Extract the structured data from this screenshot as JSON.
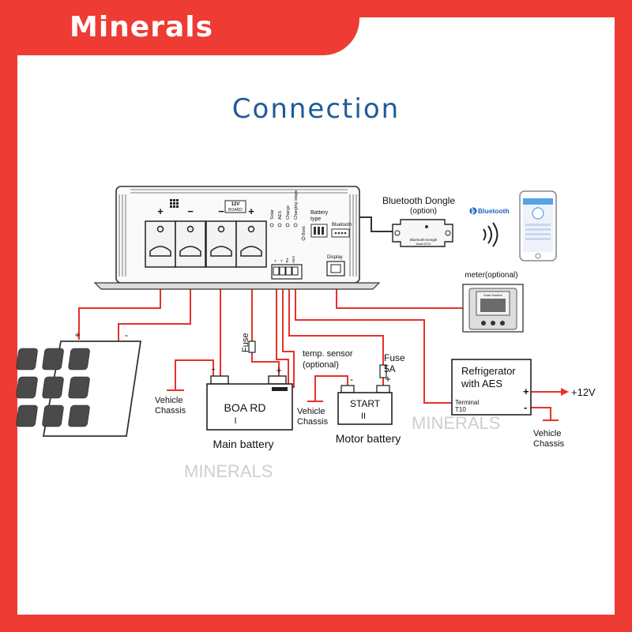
{
  "brand": {
    "logo_text": "Minerals"
  },
  "title": "Connection",
  "controller": {
    "solar_plus": "+",
    "solar_minus": "−",
    "battery_minus": "−",
    "battery_plus": "+",
    "board_badge_top": "12V",
    "board_badge_bottom": "BOARD",
    "indicators": [
      "Solar",
      "AES",
      "Charge",
      "Charging stage",
      "Bord"
    ],
    "battery_type_label_1": "Battery",
    "battery_type_label_2": "type",
    "bluetooth_port_label": "Bluetooth",
    "display_port_label": "Display",
    "terminal_marks": [
      "T",
      "T",
      "Ter.",
      "AES"
    ]
  },
  "dongle": {
    "label_line1": "Bluetooth Dongle",
    "label_line2": "(option)",
    "device_text_1": "Bluetooth Dongle",
    "device_text_2": "Model BT10"
  },
  "phone": {
    "bluetooth_label": "Bluetooth"
  },
  "meter": {
    "label": "meter(optional)",
    "screen_text": "Solar Monitor"
  },
  "panel": {
    "plus": "+",
    "minus": "-"
  },
  "main_battery": {
    "name_line1": "BOA RD",
    "name_line2": "I",
    "caption": "Main battery",
    "plus": "+",
    "minus": "-"
  },
  "motor_battery": {
    "name_line1": "START",
    "name_line2": "II",
    "caption": "Motor battery",
    "plus": "+",
    "minus": "-"
  },
  "fuse1": {
    "label": "Fuse"
  },
  "fuse2": {
    "label_line1": "Fuse",
    "label_line2": "5A"
  },
  "temp_sensor": {
    "line1": "temp. sensor",
    "line2": "(optional)"
  },
  "chassis": {
    "line1": "Vehicle",
    "line2": "Chassis"
  },
  "fridge": {
    "line1": "Refrigerator",
    "line2": "with AES",
    "terminal_line1": "Terminal",
    "terminal_line2": "T10",
    "plus": "+",
    "minus": "-",
    "supply": "+12V"
  },
  "watermark": "MINERALS",
  "colors": {
    "accent": "#ee3b34",
    "title": "#1f5a9a",
    "wire": "#e8312a"
  }
}
